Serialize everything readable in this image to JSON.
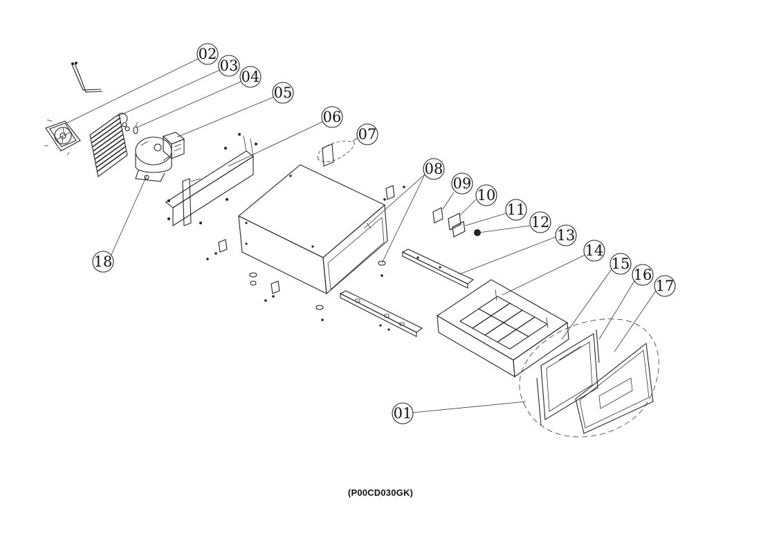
{
  "diagram": {
    "caption": "(P00CD030GK)",
    "callouts": [
      "01",
      "02",
      "03",
      "04",
      "05",
      "06",
      "07",
      "08",
      "09",
      "10",
      "11",
      "12",
      "13",
      "14",
      "15",
      "16",
      "17",
      "18"
    ]
  },
  "colors": {
    "line": "#222222",
    "background": "#ffffff"
  }
}
